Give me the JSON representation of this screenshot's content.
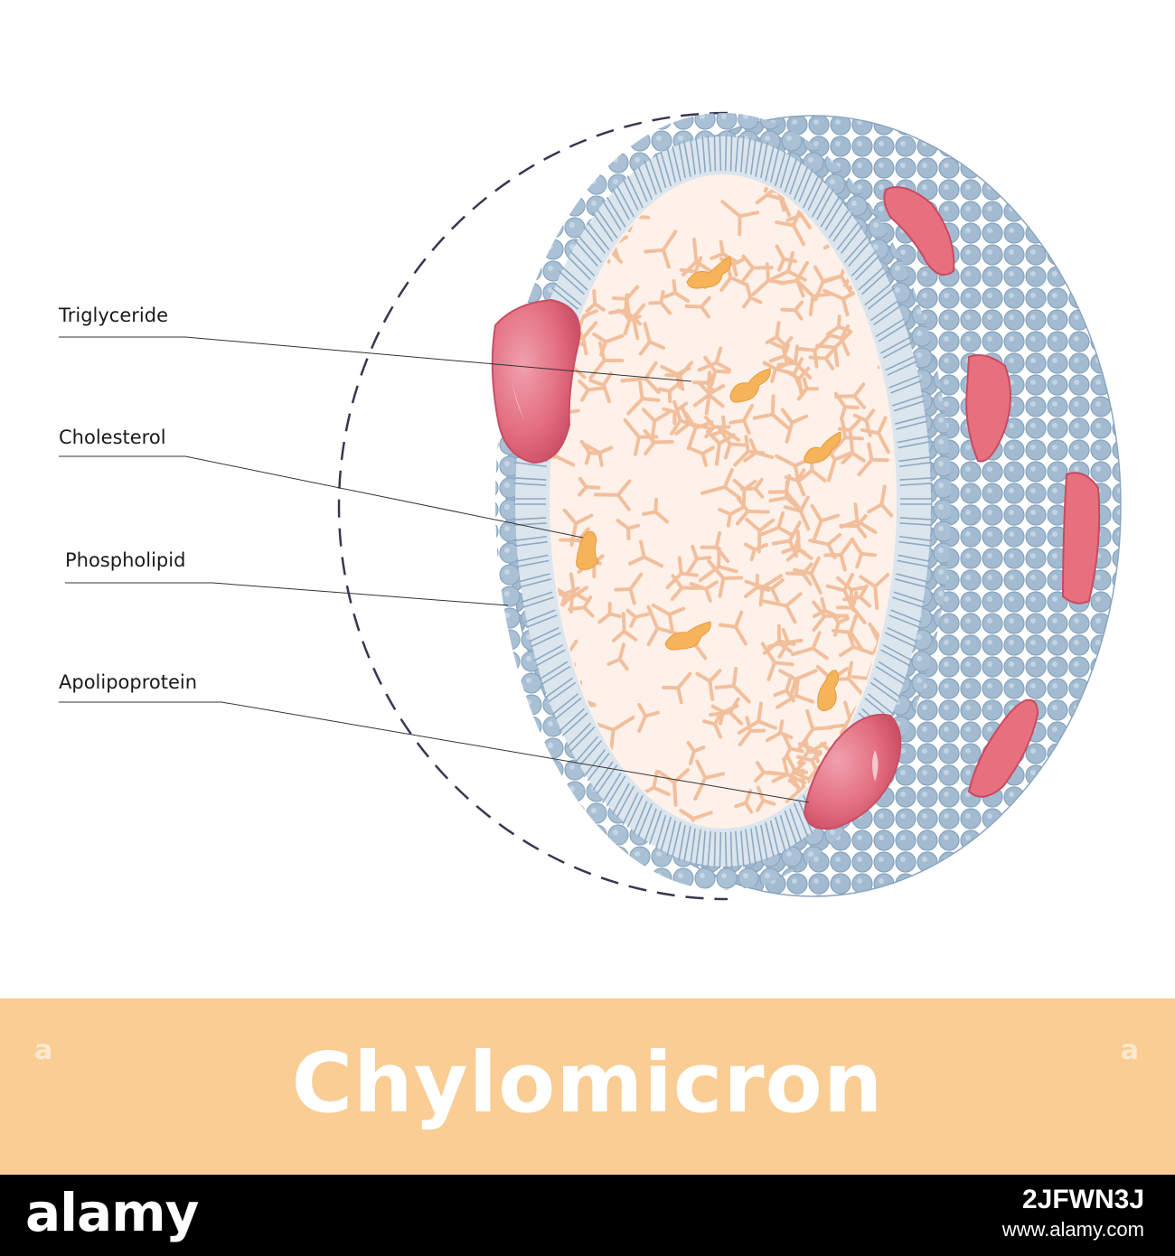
{
  "labels": {
    "triglyceride": "Triglyceride",
    "cholesterol": "Cholesterol",
    "phospholipid": "Phospholipid",
    "apolipoprotein": "Apolipoprotein"
  },
  "title": "Chylomicron",
  "watermark": {
    "logo": "alamy",
    "image_id": "2JFWN3J",
    "url": "www.alamy.com"
  },
  "colors": {
    "phospholipid_head": "#a7bfd4",
    "phospholipid_head_edge": "#8aa6bf",
    "core_fill": "#fdf1ea",
    "triglyceride": "#f4c4a0",
    "cholesterol": "#f5b45a",
    "apolipoprotein": "#e0697c",
    "banner": "#f9cd93",
    "footer": "#000000"
  }
}
